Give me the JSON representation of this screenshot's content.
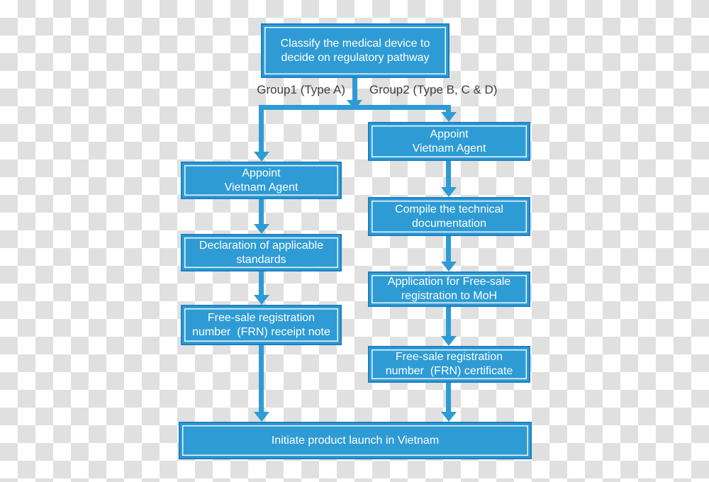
{
  "colors": {
    "box_fill": "#2E9BD5",
    "box_border": "#1D7FC1",
    "box_inner_line": "#FFFFFF",
    "box_text": "#FFFFFF",
    "arrow": "#2E9BD5",
    "branch_label_text": "#404040",
    "checker_white": "#FFFFFF",
    "checker_gray": "#E0E0E0"
  },
  "nodes": {
    "classify": {
      "label": "Classify the medical device to\ndecide on regulatory pathway"
    },
    "appoint_left": {
      "label": "Appoint\nVietnam Agent"
    },
    "declaration": {
      "label": "Declaration of applicable\nstandards"
    },
    "frn_receipt": {
      "label": "Free-sale registration\nnumber  (FRN) receipt note"
    },
    "appoint_right": {
      "label": "Appoint\nVietnam Agent"
    },
    "compile": {
      "label": "Compile the technical\ndocumentation"
    },
    "application": {
      "label": "Application for Free-sale\nregistration to MoH"
    },
    "frn_certificate": {
      "label": "Free-sale registration\nnumber  (FRN) certificate"
    },
    "launch": {
      "label": "Initiate product launch in Vietnam"
    }
  },
  "edges": [
    {
      "from": "classify",
      "to": "appoint_left",
      "label": "Group1 (Type A)"
    },
    {
      "from": "classify",
      "to": "appoint_right",
      "label": "Group2 (Type B, C & D)"
    },
    {
      "from": "appoint_left",
      "to": "declaration",
      "label": ""
    },
    {
      "from": "declaration",
      "to": "frn_receipt",
      "label": ""
    },
    {
      "from": "frn_receipt",
      "to": "launch",
      "label": ""
    },
    {
      "from": "appoint_right",
      "to": "compile",
      "label": ""
    },
    {
      "from": "compile",
      "to": "application",
      "label": ""
    },
    {
      "from": "application",
      "to": "frn_certificate",
      "label": ""
    },
    {
      "from": "frn_certificate",
      "to": "launch",
      "label": ""
    }
  ]
}
